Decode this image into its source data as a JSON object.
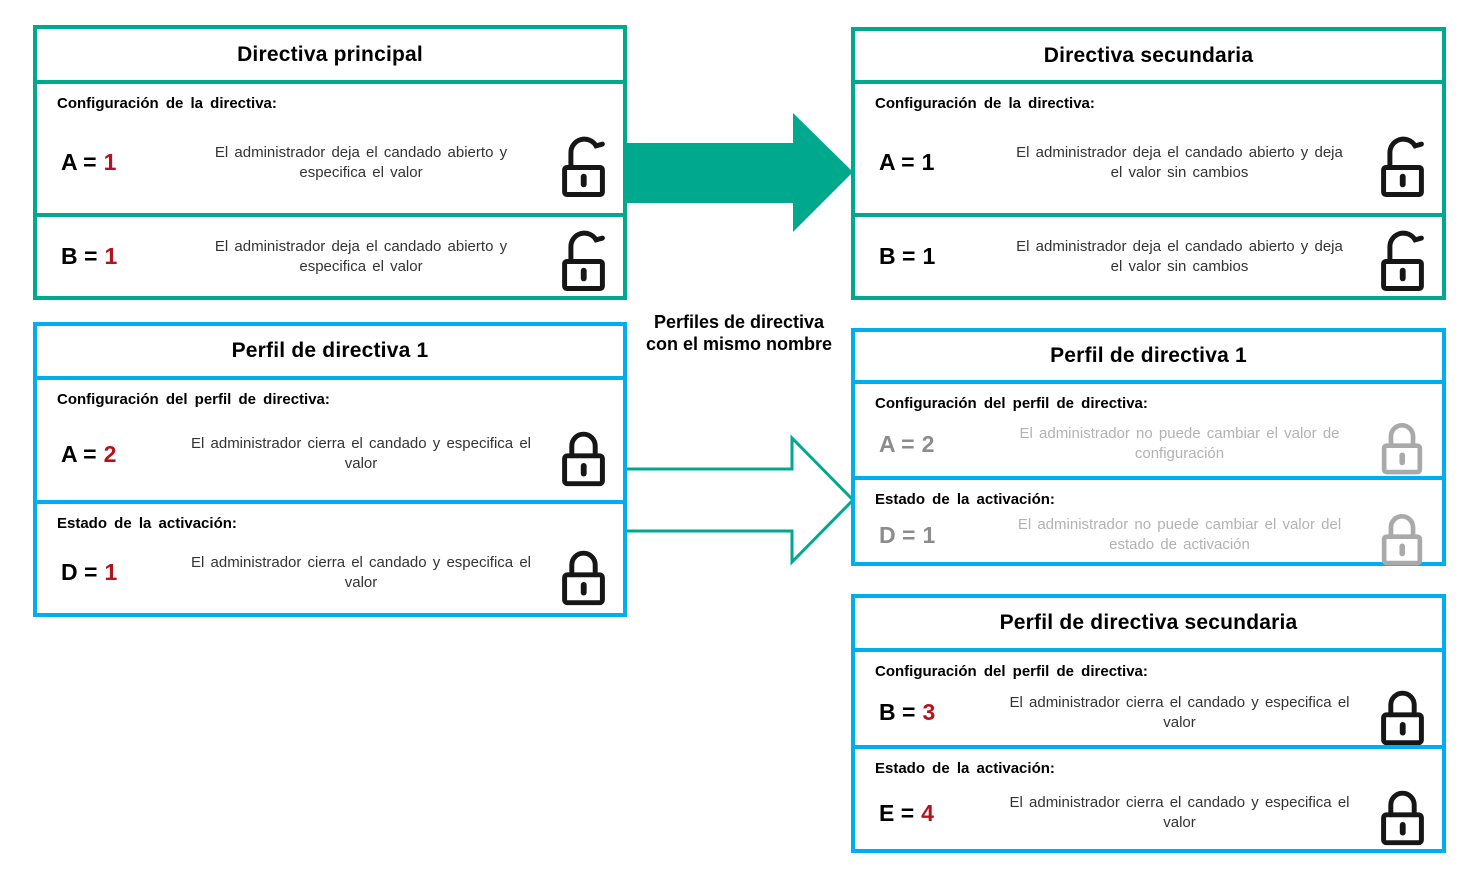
{
  "colors": {
    "policy_accent_teal": "#00a88e",
    "profile_accent_blue": "#00aeef",
    "value_red": "#b5121b",
    "disabled_text_gray": "#8c8c8c",
    "disabled_desc_gray": "#b2b2b2",
    "disabled_lock_gray": "#a9a9a9"
  },
  "bridge": {
    "label_line1": "Perfiles de directiva",
    "label_line2": "con el mismo nombre"
  },
  "main_policy": {
    "title": "Directiva principal",
    "rows": [
      {
        "label": "Configuración  de la directiva:",
        "lhs": "A =",
        "value": "1",
        "tone": "red",
        "desc": "El administrador deja el candado abierto y especifica el valor",
        "lock": "open-black"
      },
      {
        "lhs": "B =",
        "value": "1",
        "tone": "red",
        "desc": "El administrador deja el candado abierto y especifica el valor",
        "lock": "open-black"
      }
    ]
  },
  "secondary_policy": {
    "title": "Directiva secundaria",
    "rows": [
      {
        "label": "Configuración  de la directiva:",
        "lhs": "A =",
        "value": "1",
        "tone": "black",
        "desc": "El administrador deja el candado abierto y deja el valor sin cambios",
        "lock": "open-black"
      },
      {
        "lhs": "B =",
        "value": "1",
        "tone": "black",
        "desc": "El administrador deja el candado abierto y deja el valor sin cambios",
        "lock": "open-black"
      }
    ]
  },
  "profile1": {
    "title": "Perfil de directiva 1",
    "rows": [
      {
        "label": "Configuración  del perfil de directiva:",
        "lhs": "A =",
        "value": "2",
        "tone": "red",
        "desc": "El administrador cierra el candado y especifica el valor",
        "lock": "closed-black"
      },
      {
        "label": "Estado  de la activación:",
        "lhs": "D =",
        "value": "1",
        "tone": "red",
        "desc": "El administrador cierra el candado y especifica el valor",
        "lock": "closed-black"
      }
    ]
  },
  "profile1_inherited": {
    "title": "Perfil de directiva 1",
    "rows": [
      {
        "label": "Configuración  del perfil de directiva:",
        "lhs": "A =",
        "value": "2",
        "tone": "gray",
        "desc": "El administrador no puede cambiar el valor de configuración",
        "lock": "closed-gray"
      },
      {
        "label": "Estado  de la activación:",
        "lhs": "D =",
        "value": "1",
        "tone": "gray",
        "desc": "El administrador no puede cambiar el valor del estado de activación",
        "lock": "closed-gray"
      }
    ]
  },
  "secondary_profile": {
    "title": "Perfil de directiva secundaria",
    "rows": [
      {
        "label": "Configuración  del perfil de directiva:",
        "lhs": "B =",
        "value": "3",
        "tone": "red",
        "desc": "El administrador cierra el candado y especifica el valor",
        "lock": "closed-black"
      },
      {
        "label": "Estado  de la activación:",
        "lhs": "E =",
        "value": "4",
        "tone": "red",
        "desc": "El administrador cierra el candado y especifica el valor",
        "lock": "closed-black"
      }
    ]
  }
}
